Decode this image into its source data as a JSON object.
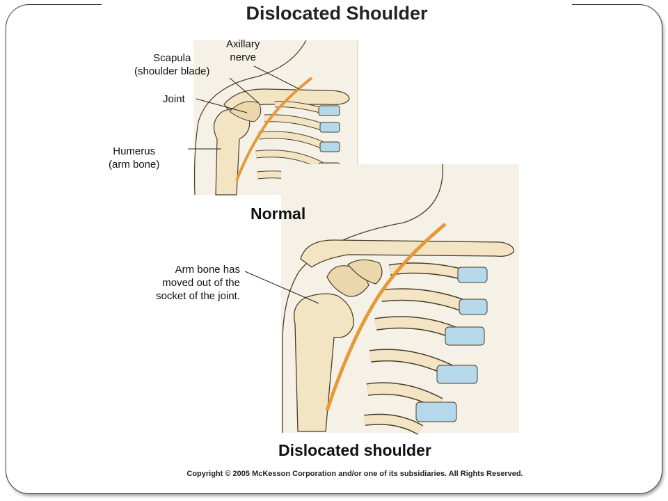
{
  "title": "Dislocated Shoulder",
  "labels": {
    "axillary_nerve": [
      "Axillary",
      "nerve"
    ],
    "scapula": [
      "Scapula",
      "(shoulder blade)"
    ],
    "joint": "Joint",
    "humerus": [
      "Humerus",
      "(arm bone)"
    ],
    "normal": "Normal",
    "arm_moved": [
      "Arm bone has",
      "moved out of the",
      "socket of the joint."
    ],
    "dislocated": "Dislocated shoulder"
  },
  "copyright": "Copyright © 2005 McKesson Corporation and/or one of its subsidiaries. All Rights Reserved.",
  "colors": {
    "bone": "#f3e5c4",
    "bone_shadow": "#d8c496",
    "outline": "#4a3c28",
    "nerve": "#e39a3a",
    "cartilage": "#b5d8ea",
    "panel": "#f6f1e6"
  }
}
